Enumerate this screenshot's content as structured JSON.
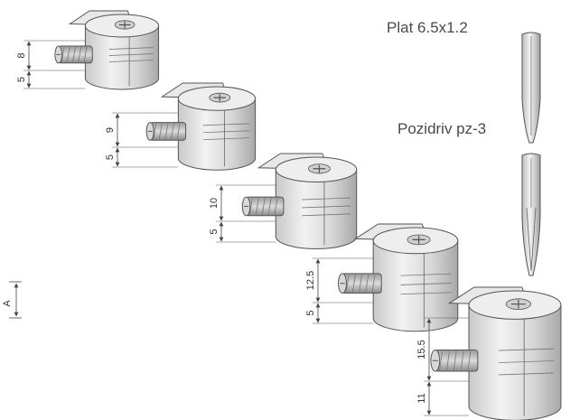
{
  "tools": {
    "flat_label": "Plat 6.5x1.2",
    "pozidriv_label": "Pozidriv pz-3"
  },
  "legend": {
    "dimension_label": "A"
  },
  "fittings": [
    {
      "a": "8",
      "b": "5"
    },
    {
      "a": "9",
      "b": "5"
    },
    {
      "a": "10",
      "b": "5"
    },
    {
      "a": "12.5",
      "b": "5"
    },
    {
      "a": "15.5",
      "b": "11"
    }
  ]
}
